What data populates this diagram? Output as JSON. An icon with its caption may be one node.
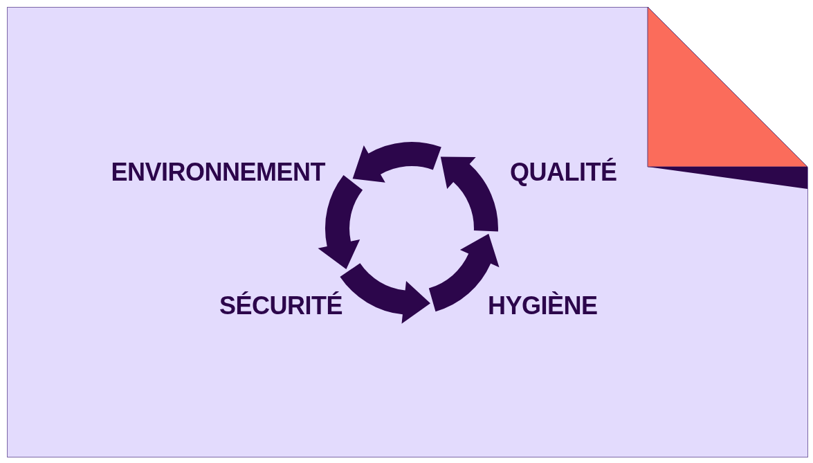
{
  "diagram": {
    "labels": [
      "ENVIRONNEMENT",
      "QUALITÉ",
      "SÉCURITÉ",
      "HYGIÈNE"
    ]
  }
}
